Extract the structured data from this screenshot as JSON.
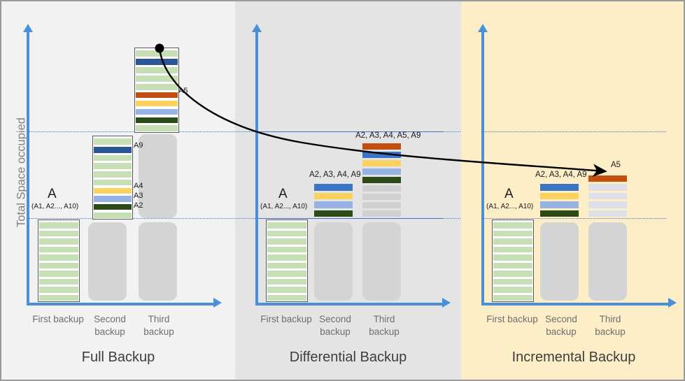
{
  "diagram": {
    "ylabel": "Total Space occupied",
    "xticks": [
      "First backup",
      "Second backup",
      "Third backup"
    ],
    "legend_A_title": "A",
    "legend_A_sub": "(A1, A2..., A10)",
    "colors": {
      "panel_full": "#f2f2f2",
      "panel_diff": "#e4e4e4",
      "panel_incr": "#fdeec8",
      "axis": "#4a90d9",
      "gridline": "#4472c4",
      "green": "#c6dfb4",
      "dark_blue": "#2b5797",
      "blue": "#3a76c4",
      "orange": "#c0500f",
      "yellow": "#fdd15e",
      "light_blue": "#96b3e3",
      "dark_green": "#2b4a18",
      "gray": "#d0d0d0",
      "light_gray": "#dde0e8",
      "ghost": "#d4d4d4"
    }
  },
  "sections": [
    {
      "id": "full",
      "title": "Full Backup",
      "stacks": [
        {
          "id": "full-first",
          "title": "A",
          "subtitle": "(A1, A2..., A10)",
          "segments": [
            {
              "color": "green",
              "label": ""
            },
            {
              "color": "green",
              "label": ""
            },
            {
              "color": "green",
              "label": ""
            },
            {
              "color": "green",
              "label": ""
            },
            {
              "color": "green",
              "label": ""
            },
            {
              "color": "green",
              "label": ""
            },
            {
              "color": "green",
              "label": ""
            },
            {
              "color": "green",
              "label": ""
            },
            {
              "color": "green",
              "label": ""
            },
            {
              "color": "green",
              "label": ""
            }
          ]
        },
        {
          "id": "full-second",
          "segments": [
            {
              "color": "green",
              "label": ""
            },
            {
              "color": "dblue",
              "label": "A9"
            },
            {
              "color": "green",
              "label": ""
            },
            {
              "color": "green",
              "label": ""
            },
            {
              "color": "green",
              "label": ""
            },
            {
              "color": "green",
              "label": ""
            },
            {
              "color": "yellow",
              "label": "A4"
            },
            {
              "color": "lblue",
              "label": "A3"
            },
            {
              "color": "dgreen",
              "label": "A2"
            },
            {
              "color": "green",
              "label": ""
            }
          ]
        },
        {
          "id": "full-third",
          "segments": [
            {
              "color": "green",
              "label": ""
            },
            {
              "color": "dblue",
              "label": ""
            },
            {
              "color": "green",
              "label": ""
            },
            {
              "color": "green",
              "label": ""
            },
            {
              "color": "green",
              "label": ""
            },
            {
              "color": "orange",
              "label": "A5"
            },
            {
              "color": "yellow",
              "label": ""
            },
            {
              "color": "lblue",
              "label": ""
            },
            {
              "color": "dgreen",
              "label": ""
            },
            {
              "color": "green",
              "label": ""
            }
          ]
        }
      ]
    },
    {
      "id": "diff",
      "title": "Differential Backup",
      "stacks": [
        {
          "id": "diff-first",
          "title": "A",
          "subtitle": "(A1, A2..., A10)",
          "segments": [
            {
              "color": "green",
              "label": ""
            },
            {
              "color": "green",
              "label": ""
            },
            {
              "color": "green",
              "label": ""
            },
            {
              "color": "green",
              "label": ""
            },
            {
              "color": "green",
              "label": ""
            },
            {
              "color": "green",
              "label": ""
            },
            {
              "color": "green",
              "label": ""
            },
            {
              "color": "green",
              "label": ""
            },
            {
              "color": "green",
              "label": ""
            },
            {
              "color": "green",
              "label": ""
            }
          ]
        },
        {
          "id": "diff-second",
          "group_label": "A2, A3, A4, A9",
          "segments": [
            {
              "color": "blue",
              "label": ""
            },
            {
              "color": "yellow",
              "label": ""
            },
            {
              "color": "lblue",
              "label": ""
            },
            {
              "color": "dgreen",
              "label": ""
            }
          ]
        },
        {
          "id": "diff-third",
          "group_label": "A2, A3, A4, A5, A9",
          "segments": [
            {
              "color": "orange",
              "label": ""
            },
            {
              "color": "blue",
              "label": ""
            },
            {
              "color": "yellow",
              "label": ""
            },
            {
              "color": "lblue",
              "label": ""
            },
            {
              "color": "dgreen",
              "label": ""
            },
            {
              "color": "gray",
              "label": ""
            },
            {
              "color": "gray",
              "label": ""
            },
            {
              "color": "gray",
              "label": ""
            },
            {
              "color": "gray",
              "label": ""
            }
          ]
        }
      ]
    },
    {
      "id": "incr",
      "title": "Incremental Backup",
      "stacks": [
        {
          "id": "incr-first",
          "title": "A",
          "subtitle": "(A1, A2..., A10)",
          "segments": [
            {
              "color": "green",
              "label": ""
            },
            {
              "color": "green",
              "label": ""
            },
            {
              "color": "green",
              "label": ""
            },
            {
              "color": "green",
              "label": ""
            },
            {
              "color": "green",
              "label": ""
            },
            {
              "color": "green",
              "label": ""
            },
            {
              "color": "green",
              "label": ""
            },
            {
              "color": "green",
              "label": ""
            },
            {
              "color": "green",
              "label": ""
            },
            {
              "color": "green",
              "label": ""
            }
          ]
        },
        {
          "id": "incr-second",
          "group_label": "A2, A3, A4, A9",
          "segments": [
            {
              "color": "blue",
              "label": ""
            },
            {
              "color": "yellow",
              "label": ""
            },
            {
              "color": "lblue",
              "label": ""
            },
            {
              "color": "dgreen",
              "label": ""
            }
          ]
        },
        {
          "id": "incr-third",
          "group_label": "A5",
          "segments": [
            {
              "color": "orange",
              "label": ""
            },
            {
              "color": "lgray",
              "label": ""
            },
            {
              "color": "lgray",
              "label": ""
            },
            {
              "color": "lgray",
              "label": ""
            },
            {
              "color": "lgray",
              "label": ""
            }
          ]
        }
      ]
    }
  ],
  "annotations": {
    "full_third_a5": "A5",
    "full_second_a9": "A9",
    "full_second_a4": "A4",
    "full_second_a3": "A3",
    "full_second_a2": "A2",
    "incr_third_a5": "A5",
    "diff_second_group": "A2, A3, A4, A9",
    "diff_third_group": "A2, A3, A4, A5, A9",
    "incr_second_group": "A2, A3, A4, A9"
  }
}
